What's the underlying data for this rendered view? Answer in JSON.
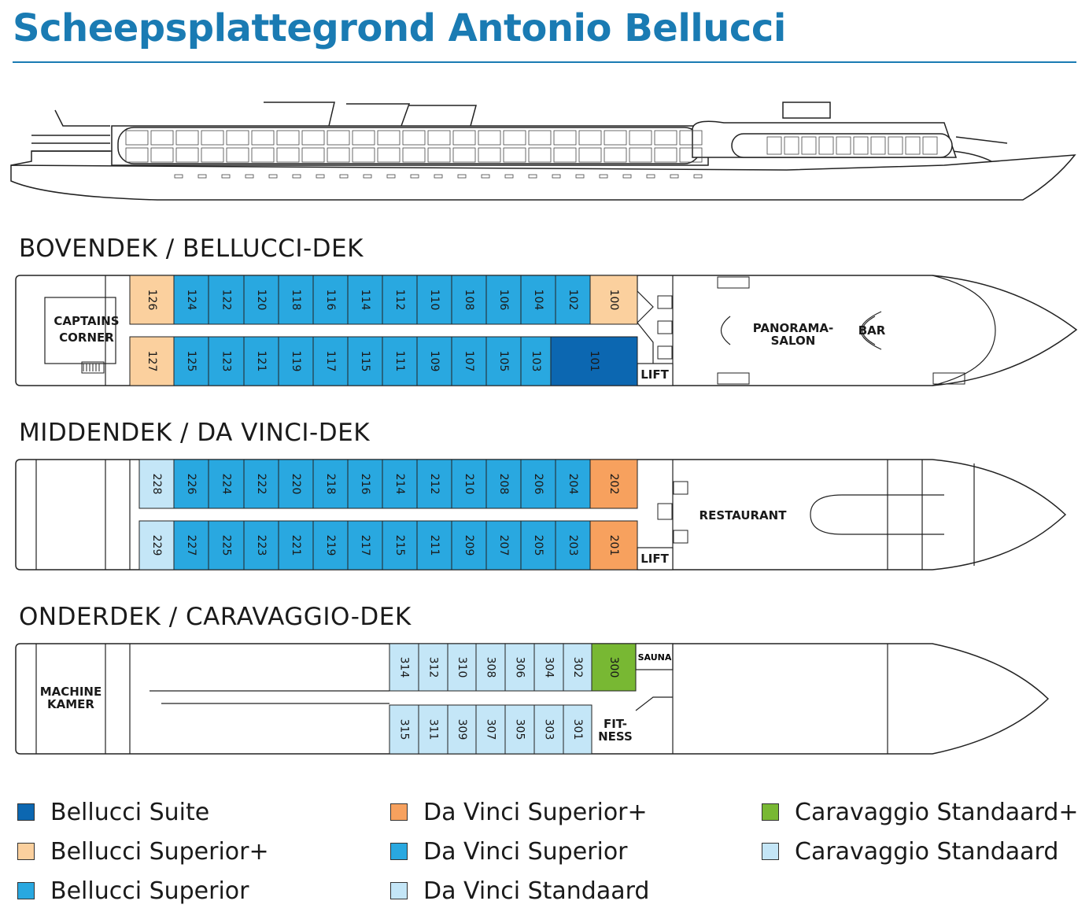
{
  "title": "Scheepsplattegrond Antonio Bellucci",
  "colors": {
    "bellucci_suite": "#0c67b1",
    "bellucci_superior_plus": "#fbd09e",
    "bellucci_superior": "#29a8e0",
    "da_vinci_superior_plus": "#f7a15e",
    "da_vinci_superior": "#29a8e0",
    "da_vinci_standaard": "#c4e6f7",
    "caravaggio_standaard_plus": "#78b833",
    "caravaggio_standaard": "#c4e6f7",
    "title_blue": "#1a7bb3"
  },
  "decks": {
    "top": {
      "heading": "BOVENDEK / BELLUCCI-DEK",
      "labels": {
        "captains_corner": [
          "CAPTAINS",
          "CORNER"
        ],
        "panorama_salon": [
          "PANORAMA-",
          "SALON"
        ],
        "bar": "BAR",
        "lift": "LIFT"
      },
      "cabins_upper": [
        {
          "no": "126",
          "cat": "bellucci_superior_plus"
        },
        {
          "no": "124",
          "cat": "bellucci_superior"
        },
        {
          "no": "122",
          "cat": "bellucci_superior"
        },
        {
          "no": "120",
          "cat": "bellucci_superior"
        },
        {
          "no": "118",
          "cat": "bellucci_superior"
        },
        {
          "no": "116",
          "cat": "bellucci_superior"
        },
        {
          "no": "114",
          "cat": "bellucci_superior"
        },
        {
          "no": "112",
          "cat": "bellucci_superior"
        },
        {
          "no": "110",
          "cat": "bellucci_superior"
        },
        {
          "no": "108",
          "cat": "bellucci_superior"
        },
        {
          "no": "106",
          "cat": "bellucci_superior"
        },
        {
          "no": "104",
          "cat": "bellucci_superior"
        },
        {
          "no": "102",
          "cat": "bellucci_superior"
        },
        {
          "no": "100",
          "cat": "bellucci_superior_plus"
        }
      ],
      "cabins_lower": [
        {
          "no": "127",
          "cat": "bellucci_superior_plus"
        },
        {
          "no": "125",
          "cat": "bellucci_superior"
        },
        {
          "no": "123",
          "cat": "bellucci_superior"
        },
        {
          "no": "121",
          "cat": "bellucci_superior"
        },
        {
          "no": "119",
          "cat": "bellucci_superior"
        },
        {
          "no": "117",
          "cat": "bellucci_superior"
        },
        {
          "no": "115",
          "cat": "bellucci_superior"
        },
        {
          "no": "111",
          "cat": "bellucci_superior"
        },
        {
          "no": "109",
          "cat": "bellucci_superior"
        },
        {
          "no": "107",
          "cat": "bellucci_superior"
        },
        {
          "no": "105",
          "cat": "bellucci_superior"
        },
        {
          "no": "103",
          "cat": "bellucci_superior"
        },
        {
          "no": "101",
          "cat": "bellucci_suite"
        }
      ]
    },
    "middle": {
      "heading": "MIDDENDEK / DA VINCI-DEK",
      "labels": {
        "restaurant": "RESTAURANT",
        "lift": "LIFT"
      },
      "cabins_upper": [
        {
          "no": "228",
          "cat": "da_vinci_standaard"
        },
        {
          "no": "226",
          "cat": "da_vinci_superior"
        },
        {
          "no": "224",
          "cat": "da_vinci_superior"
        },
        {
          "no": "222",
          "cat": "da_vinci_superior"
        },
        {
          "no": "220",
          "cat": "da_vinci_superior"
        },
        {
          "no": "218",
          "cat": "da_vinci_superior"
        },
        {
          "no": "216",
          "cat": "da_vinci_superior"
        },
        {
          "no": "214",
          "cat": "da_vinci_superior"
        },
        {
          "no": "212",
          "cat": "da_vinci_superior"
        },
        {
          "no": "210",
          "cat": "da_vinci_superior"
        },
        {
          "no": "208",
          "cat": "da_vinci_superior"
        },
        {
          "no": "206",
          "cat": "da_vinci_superior"
        },
        {
          "no": "204",
          "cat": "da_vinci_superior"
        },
        {
          "no": "202",
          "cat": "da_vinci_superior_plus"
        }
      ],
      "cabins_lower": [
        {
          "no": "229",
          "cat": "da_vinci_standaard"
        },
        {
          "no": "227",
          "cat": "da_vinci_superior"
        },
        {
          "no": "225",
          "cat": "da_vinci_superior"
        },
        {
          "no": "223",
          "cat": "da_vinci_superior"
        },
        {
          "no": "221",
          "cat": "da_vinci_superior"
        },
        {
          "no": "219",
          "cat": "da_vinci_superior"
        },
        {
          "no": "217",
          "cat": "da_vinci_superior"
        },
        {
          "no": "215",
          "cat": "da_vinci_superior"
        },
        {
          "no": "211",
          "cat": "da_vinci_superior"
        },
        {
          "no": "209",
          "cat": "da_vinci_superior"
        },
        {
          "no": "207",
          "cat": "da_vinci_superior"
        },
        {
          "no": "205",
          "cat": "da_vinci_superior"
        },
        {
          "no": "203",
          "cat": "da_vinci_superior"
        },
        {
          "no": "201",
          "cat": "da_vinci_superior_plus"
        }
      ]
    },
    "bottom": {
      "heading": "ONDERDEK / CARAVAGGIO-DEK",
      "labels": {
        "machine_kamer": [
          "MACHINE",
          "KAMER"
        ],
        "sauna": "SAUNA",
        "fitness": [
          "FIT-",
          "NESS"
        ]
      },
      "cabins_upper": [
        {
          "no": "314",
          "cat": "caravaggio_standaard"
        },
        {
          "no": "312",
          "cat": "caravaggio_standaard"
        },
        {
          "no": "310",
          "cat": "caravaggio_standaard"
        },
        {
          "no": "308",
          "cat": "caravaggio_standaard"
        },
        {
          "no": "306",
          "cat": "caravaggio_standaard"
        },
        {
          "no": "304",
          "cat": "caravaggio_standaard"
        },
        {
          "no": "302",
          "cat": "caravaggio_standaard"
        },
        {
          "no": "300",
          "cat": "caravaggio_standaard_plus"
        }
      ],
      "cabins_lower": [
        {
          "no": "315",
          "cat": "caravaggio_standaard"
        },
        {
          "no": "311",
          "cat": "caravaggio_standaard"
        },
        {
          "no": "309",
          "cat": "caravaggio_standaard"
        },
        {
          "no": "307",
          "cat": "caravaggio_standaard"
        },
        {
          "no": "305",
          "cat": "caravaggio_standaard"
        },
        {
          "no": "303",
          "cat": "caravaggio_standaard"
        },
        {
          "no": "301",
          "cat": "caravaggio_standaard"
        }
      ]
    }
  },
  "legend": [
    {
      "label": "Bellucci Suite",
      "cat": "bellucci_suite"
    },
    {
      "label": "Bellucci Superior+",
      "cat": "bellucci_superior_plus"
    },
    {
      "label": "Bellucci Superior",
      "cat": "bellucci_superior"
    },
    {
      "label": "Da Vinci Superior+",
      "cat": "da_vinci_superior_plus"
    },
    {
      "label": "Da Vinci Superior",
      "cat": "da_vinci_superior"
    },
    {
      "label": "Da Vinci Standaard",
      "cat": "da_vinci_standaard"
    },
    {
      "label": "Caravaggio Standaard+",
      "cat": "caravaggio_standaard_plus"
    },
    {
      "label": "Caravaggio Standaard",
      "cat": "caravaggio_standaard"
    }
  ]
}
